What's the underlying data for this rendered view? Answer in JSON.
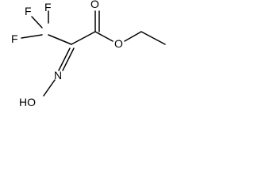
{
  "molecule": {
    "atom_labels": {
      "f_top": "F",
      "f_left": "F",
      "f_bottom": "F",
      "o_carbonyl": "O",
      "o_ester": "O",
      "ho": "HO",
      "n": "N"
    },
    "bond_color": "#000000",
    "label_color": "#000000",
    "background": "#ffffff"
  }
}
